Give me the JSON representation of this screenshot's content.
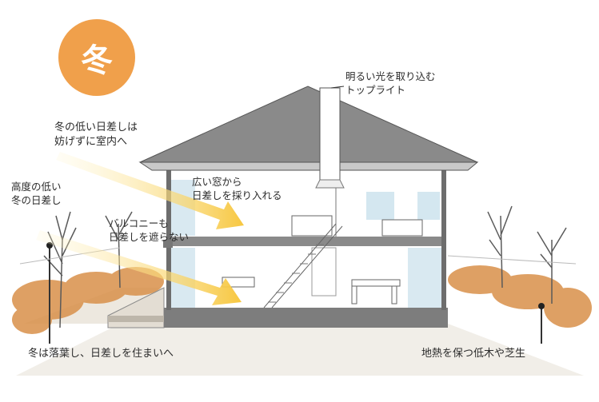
{
  "season_badge": "冬",
  "labels": {
    "toplight": "明るい光を取り込む\nトップライト",
    "winter_sun": "冬の低い日差しは\n妨げずに室内へ",
    "low_altitude": "高度の低い\n冬の日差し",
    "wide_window": "広い窓から\n日差しを採り入れる",
    "balcony": "バルコニーも\n日差しを遮らない",
    "fallen_leaves": "冬は落葉し、日差しを住まいへ",
    "ground_heat": "地熱を保つ低木や芝生"
  },
  "colors": {
    "badge": "#f0a04b",
    "sun_arrow": "#f7c740",
    "roof": "#8a8a8a",
    "shrubs": "#d9904a",
    "glass": "#cfe4ee"
  }
}
